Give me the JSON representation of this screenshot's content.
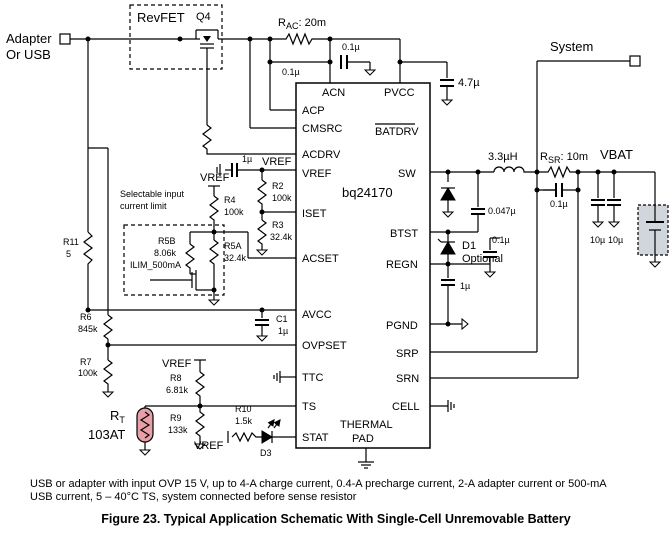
{
  "caption": {
    "note": "USB or adapter with input OVP 15 V, up to 4-A charge current, 0.4-A precharge current, 2-A adapter current or 500-mA USB current, 5 – 40°C TS, system connected before sense resistor",
    "title": "Figure 23.  Typical Application Schematic With Single-Cell Unremovable Battery"
  },
  "ic": {
    "name": "bq24170",
    "thermal_pad": [
      "THERMAL",
      "PAD"
    ],
    "left_pins": [
      "ACP",
      "CMSRC",
      "ACDRV",
      "VREF",
      "ISET",
      "ACSET",
      "AVCC",
      "OVPSET",
      "TTC",
      "TS",
      "STAT"
    ],
    "top_pins": [
      "ACN",
      "PVCC"
    ],
    "right_pins": [
      "BATDRV",
      "SW",
      "BTST",
      "REGN",
      "PGND",
      "SRP",
      "SRN",
      "CELL"
    ]
  },
  "nets": {
    "input": [
      "Adapter",
      "Or USB"
    ],
    "system": "System",
    "vbat": "VBAT",
    "vref": "VREF"
  },
  "components": {
    "revfet": "RevFET",
    "q4": "Q4",
    "rac": "R",
    "rac_sub": "AC",
    "rac_val": ": 20m",
    "c_acp_acn": "0.1µ",
    "c_acp_gnd": "0.1µ",
    "c_pvcc": "4.7µ",
    "c_vref": "1µ",
    "selectable": [
      "Selectable input",
      "current limit"
    ],
    "r4": [
      "R4",
      "100k"
    ],
    "r2": [
      "R2",
      "100k"
    ],
    "r3": [
      "R3",
      "32.4k"
    ],
    "r5b": [
      "R5B",
      "8.06k"
    ],
    "r5a": [
      "R5A",
      "32.4k"
    ],
    "ilim": "ILIM_500mA",
    "r11": [
      "R11",
      "5"
    ],
    "r6": [
      "R6",
      "845k"
    ],
    "r7": [
      "R7",
      "100k"
    ],
    "c1": [
      "C1",
      "1µ"
    ],
    "r8": [
      "R8",
      "6.81k"
    ],
    "r9": [
      "R9",
      "133k"
    ],
    "rt": [
      "R",
      "T",
      "103AT"
    ],
    "r10": [
      "R10",
      "1.5k"
    ],
    "d3": "D3",
    "inductor": "3.3µH",
    "rsr": "R",
    "rsr_sub": "SR",
    "rsr_val": ": 10m",
    "c_btst": "0.047µ",
    "d1": [
      "D1",
      "Optional"
    ],
    "c_regn_gnd": "0.1µ",
    "c_regn": "1µ",
    "c_srp_srn": "0.1µ",
    "c_out": [
      "10µ",
      "10µ"
    ]
  }
}
